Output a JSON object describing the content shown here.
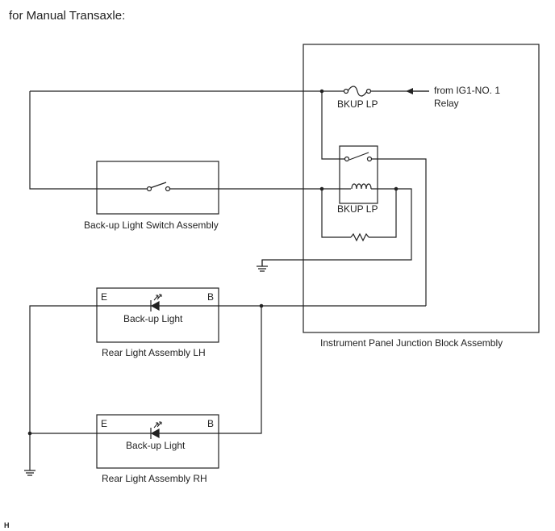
{
  "heading": "for Manual Transaxle:",
  "ig1_source": {
    "line1": "from IG1-NO. 1",
    "line2": "Relay"
  },
  "junction_block": {
    "label": "Instrument Panel Junction Block Assembly",
    "fuse_label": "BKUP LP",
    "relay_label": "BKUP LP"
  },
  "switch_assembly": {
    "label": "Back-up Light Switch Assembly"
  },
  "rear_light_lh": {
    "label": "Rear Light Assembly LH",
    "lamp_label": "Back-up Light",
    "pin_e": "E",
    "pin_b": "B"
  },
  "rear_light_rh": {
    "label": "Rear Light Assembly RH",
    "lamp_label": "Back-up Light",
    "pin_e": "E",
    "pin_b": "B"
  },
  "footer_code": "H"
}
